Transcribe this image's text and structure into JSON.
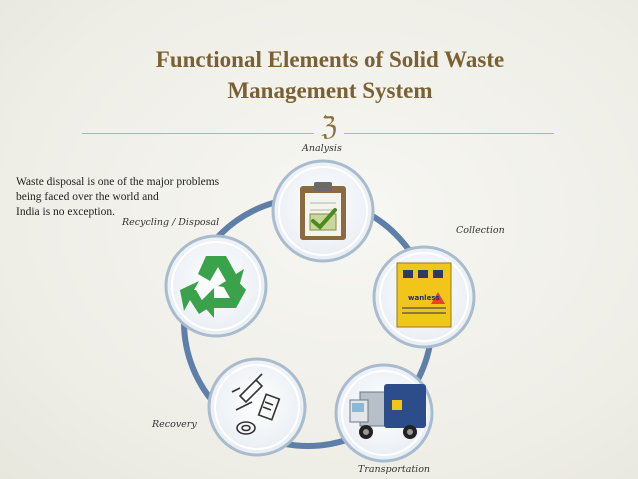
{
  "slide": {
    "title_line1": "Functional Elements of Solid Waste",
    "title_line2": "Management System",
    "note_lines": [
      "Waste disposal is one of the major problems",
      "being faced over the world and",
      "India is no exception."
    ]
  },
  "cycle": {
    "stages": [
      {
        "label": "Analysis",
        "icon": "clipboard-check-icon"
      },
      {
        "label": "Collection",
        "icon": "waste-bin-icon"
      },
      {
        "label": "Transportation",
        "icon": "garbage-truck-icon"
      },
      {
        "label": "Recovery",
        "icon": "recyclable-items-icon"
      },
      {
        "label": "Recycling / Disposal",
        "icon": "recycle-symbol-icon"
      }
    ],
    "bin_text": "wanless"
  },
  "colors": {
    "title": "#7a6133",
    "ring": "#5e7fa8",
    "recycle_green": "#3aa24a",
    "bin_yellow": "#f2c51a",
    "truck_blue": "#2d4c8a"
  }
}
